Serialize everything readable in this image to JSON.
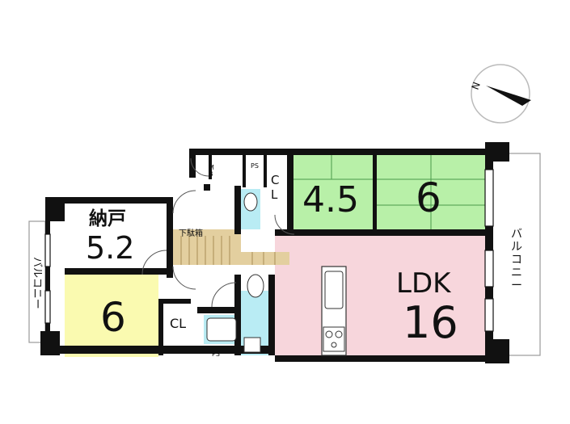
{
  "compass": {
    "north_label": "N",
    "icon": "compass-arrow-icon"
  },
  "rooms": {
    "nando_label": "納戸",
    "nando_size": "5.2",
    "west_bedroom_size": "6",
    "west_closet_label": "CL",
    "tatami_small_size": "4.5",
    "tatami_large_size": "6",
    "closet_vertical_c": "C",
    "closet_vertical_l": "L",
    "ldk_label": "LDK",
    "ldk_size": "16"
  },
  "fixtures": {
    "mb_m": "M",
    "mb_b": "B",
    "ps_top": "PS",
    "ps_bottom": "PS",
    "shoe_box": "下駄箱"
  },
  "balconies": {
    "east": [
      "バ",
      "ル",
      "コ",
      "ニ",
      "ー"
    ],
    "west": "バルコニー"
  },
  "colors": {
    "tatami": "#b8f0a8",
    "ldk": "#f7d6dc",
    "bedroom": "#fafab0",
    "wet_area": "#b9ecf4",
    "entry_floor": "#e3cf9f",
    "wall": "#111111"
  }
}
